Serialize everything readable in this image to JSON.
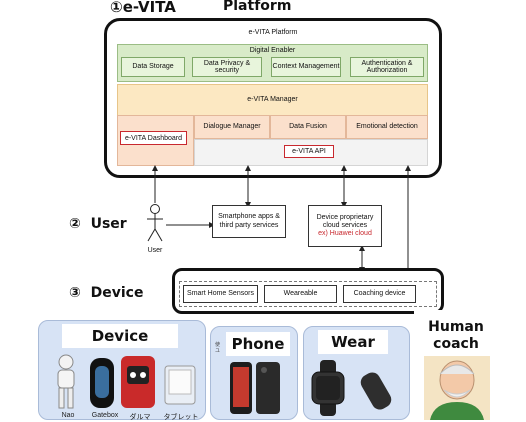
{
  "header": {
    "title_left": "①e-VITA",
    "title_right": "Platform"
  },
  "platform": {
    "box_title": "e-VITA Platform",
    "enabler": {
      "title": "Digital Enabler",
      "items": [
        "Data Storage",
        "Data Privacy & security",
        "Context Management",
        "Authentication & Authorization"
      ]
    },
    "manager": {
      "title": "e-VITA Manager",
      "modules": [
        "Dialogue Manager",
        "Data Fusion",
        "Emotional detection"
      ],
      "dashboard": "e-VITA Dashboard",
      "api": "e-VITA API"
    }
  },
  "user_section": {
    "label": "②  User",
    "user_caption": "User",
    "smartphone_box": "Smartphone apps & third party services",
    "cloud_box": "Device proprietary cloud services",
    "cloud_example": "ex) Huawei cloud"
  },
  "device_section": {
    "label": "③  Device",
    "items": [
      "Smart Home Sensors",
      "Weareable",
      "Coaching device"
    ]
  },
  "photos": {
    "device_panel": {
      "title": "Device",
      "captions": [
        "Nao",
        "Gatebox",
        "ダルマ",
        "タブレット"
      ]
    },
    "phone_panel": {
      "title": "Phone",
      "side_caption": "使\nユ"
    },
    "wear_panel": {
      "title": "Wear"
    },
    "coach_panel": {
      "title": "Human coach"
    }
  },
  "colors": {
    "enabler_green": "#d8ebc8",
    "manager_yellow": "#fce8c2",
    "module_peach": "#fbe0cc",
    "accent_red": "#c8282e",
    "panel_blue": "#d7e3f5"
  }
}
